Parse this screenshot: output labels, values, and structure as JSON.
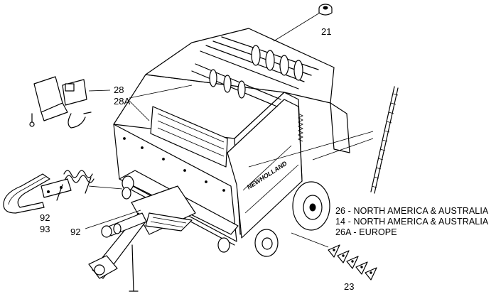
{
  "callouts": {
    "c21": "21",
    "c28": "28",
    "c28a": "28A",
    "c92_left": "92",
    "c93": "93",
    "c92_hitch": "92",
    "c23": "23"
  },
  "notes": [
    "26 - NORTH AMERICA & AUSTRALIA",
    "14 - NORTH AMERICA & AUSTRALIA",
    "26A - EUROPE"
  ],
  "brand_lettering": "NEWHOLLAND"
}
